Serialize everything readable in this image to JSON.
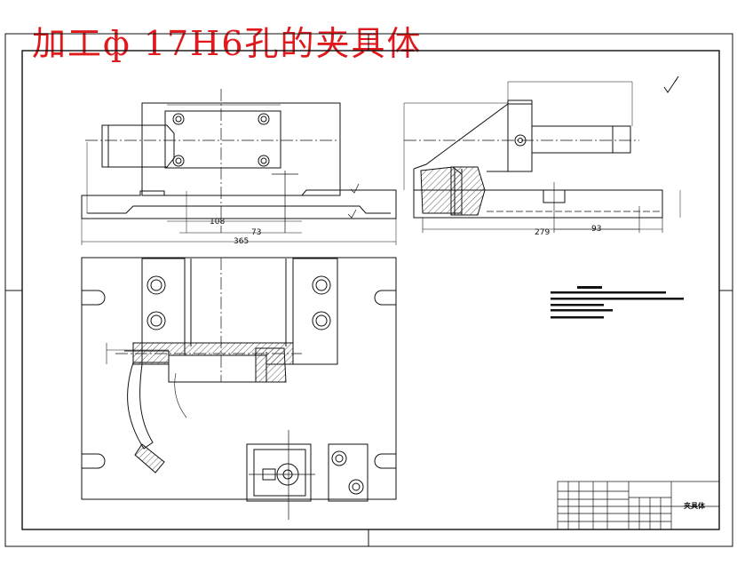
{
  "drawing": {
    "title": "加工ф 17H6孔的夹具体",
    "colors": {
      "title": "#e0191d",
      "line": "#111111",
      "hatch": "#333333"
    }
  },
  "front_view": {
    "dim_width": "365",
    "dim_pos_x": "73",
    "dim_pos_x2": "108"
  },
  "side_view": {
    "dim_length": "279",
    "dim_pos": "93"
  },
  "title_block": {
    "part_name": "夹具体"
  }
}
